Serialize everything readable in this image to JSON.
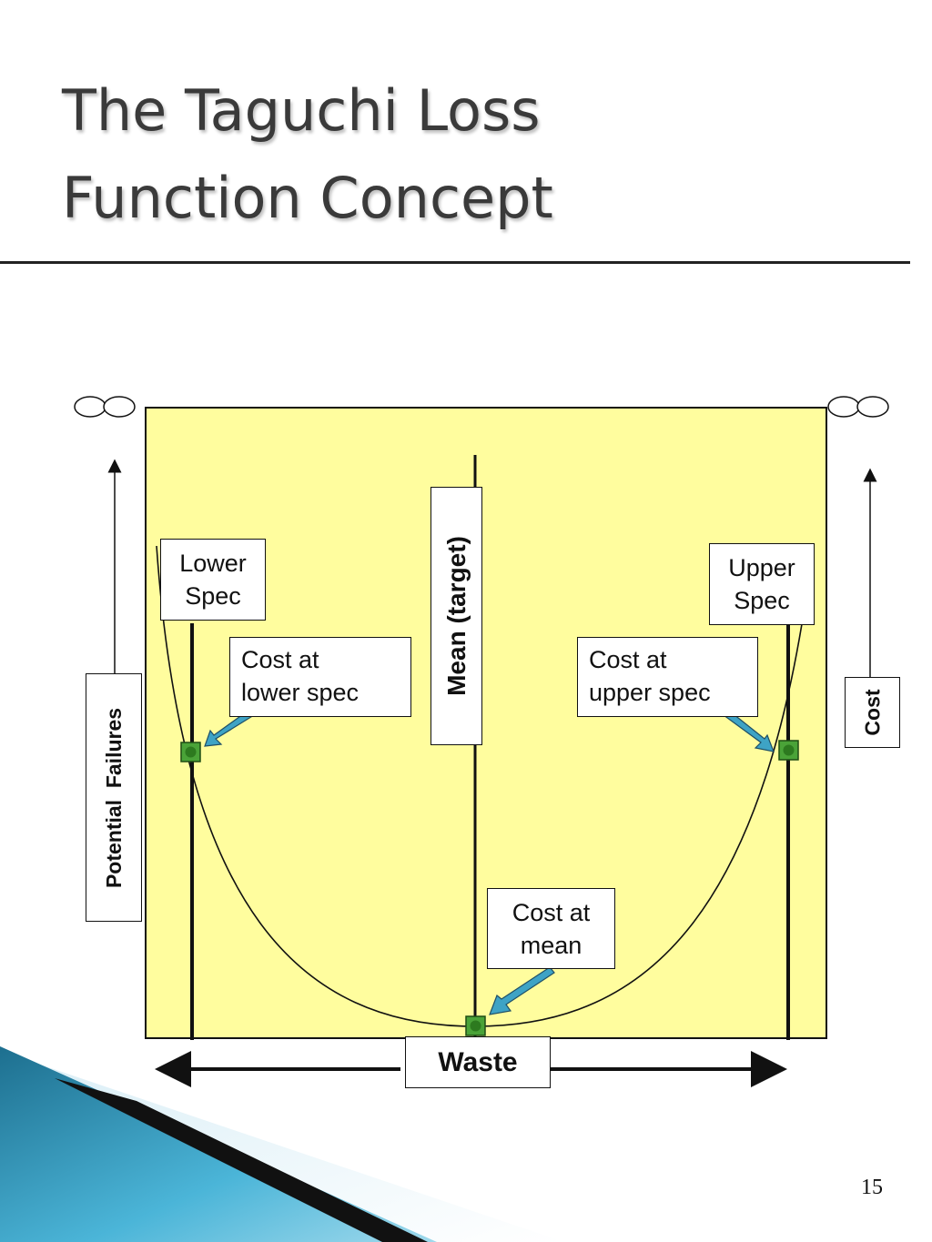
{
  "slide": {
    "title_line1": "The Taguchi Loss",
    "title_line2": "Function Concept",
    "page_number": "15"
  },
  "diagram": {
    "lower_spec": {
      "line1": "Lower",
      "line2": "Spec"
    },
    "upper_spec": {
      "line1": "Upper",
      "line2": "Spec"
    },
    "cost_lower": {
      "line1": "Cost at",
      "line2": "lower spec"
    },
    "cost_upper": {
      "line1": "Cost at",
      "line2": "upper spec"
    },
    "cost_mean": {
      "line1": "Cost at",
      "line2": "mean"
    },
    "mean_label": "Mean (target)",
    "left_axis_label": "Potential  Failures",
    "right_axis_label": "Cost",
    "bottom_label": "Waste",
    "colors": {
      "plot_background": "#fffd9e",
      "arrow_fill": "#3ea3c5",
      "marker": "#3a8f2a"
    }
  }
}
